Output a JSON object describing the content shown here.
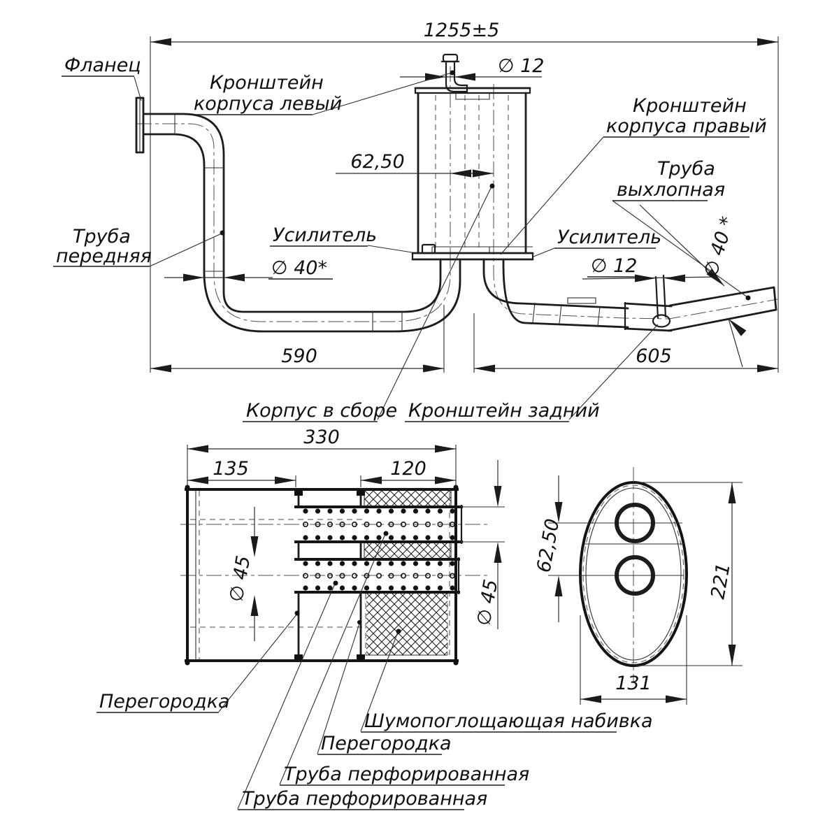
{
  "page": {
    "background": "#ffffff",
    "line_color": "#1c1c1c"
  },
  "main_view": {
    "labels": {
      "flange": "Фланец",
      "bracket_left_line1": "Кронштейн",
      "bracket_left_line2": "корпуса левый",
      "bracket_right_line1": "Кронштейн",
      "bracket_right_line2": "корпуса правый",
      "pipe_front_line1": "Труба",
      "pipe_front_line2": "передняя",
      "pipe_exhaust_line1": "Труба",
      "pipe_exhaust_line2": "выхлопная",
      "reinforcement_left": "Усилитель",
      "reinforcement_right": "Усилитель",
      "body_assembly": "Корпус в сборе",
      "bracket_rear": "Кронштейн задний"
    },
    "dims": {
      "overall_length": "1255±5",
      "d12_top": "∅ 12",
      "offset_62_50": "62,50",
      "d40_front": "∅ 40*",
      "len_590": "590",
      "len_605": "605",
      "d12_right": "∅ 12",
      "d40_exhaust": "∅ 40 *"
    }
  },
  "section_view": {
    "labels": {
      "partition_left": "Перегородка",
      "partition_mid": "Перегородка",
      "sound_padding": "Шумопоглощающая набивка",
      "perforated_pipe_1": "Труба перфорированная",
      "perforated_pipe_2": "Труба перфорированная"
    },
    "dims": {
      "body_length_330": "330",
      "left_chamber_135": "135",
      "right_chamber_120": "120",
      "d45_left": "∅ 45",
      "d45_right": "∅ 45"
    }
  },
  "end_view": {
    "dims": {
      "pipe_offset_62_50": "62,50",
      "height_221": "221",
      "width_131": "131"
    }
  }
}
